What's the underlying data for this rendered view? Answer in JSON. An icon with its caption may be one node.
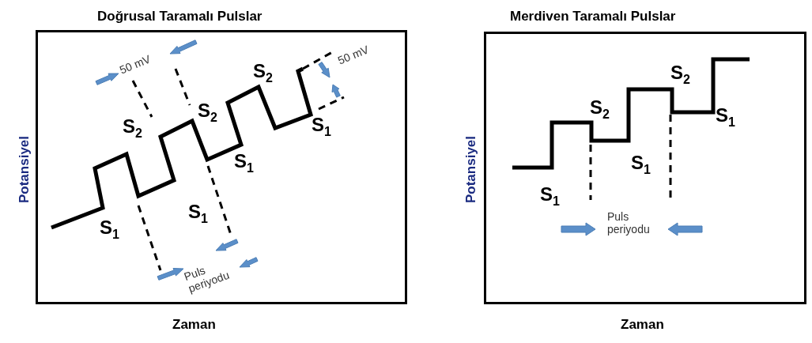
{
  "diagram": {
    "nodes": [
      {
        "text": [
          "Doğrusal Taramalı Pulslar"
        ]
      },
      {
        "text": [
          "Merdiven Taramalı Pulslar"
        ]
      }
    ],
    "labels": [
      "50 mV",
      "50 mV",
      "S$_{2}$",
      "S$_{2}$",
      "S$_{2}$",
      "S$_{1}$",
      "S$_{1}$",
      "S$_{1}$",
      "S$_{1}$",
      "Puls periyodu",
      "Potansiyel",
      "Zaman",
      "S$_{2}$",
      "S$_{2}$",
      "S$_{1}$",
      "S$_{1}$",
      "S$_{1}$",
      "Puls periyodu",
      "Potansiyel",
      "Zaman"
    ]
  }
}
